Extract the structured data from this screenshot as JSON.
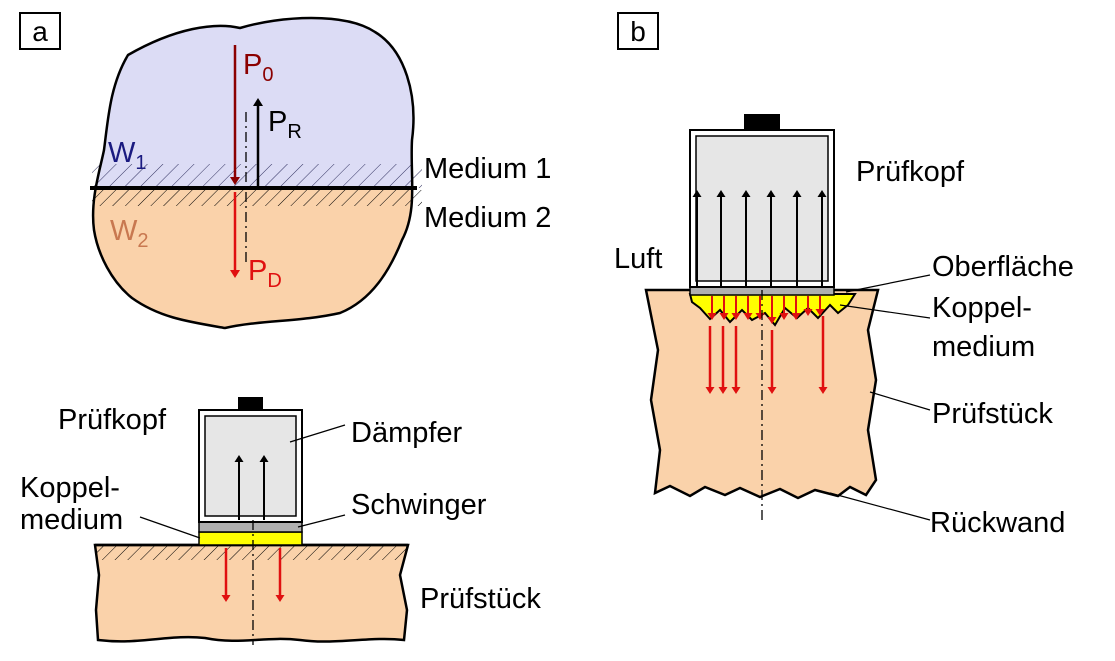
{
  "panel_a": {
    "label": "a",
    "P0": {
      "main": "P",
      "sub": "0"
    },
    "PR": {
      "main": "P",
      "sub": "R"
    },
    "PD": {
      "main": "P",
      "sub": "D"
    },
    "W1": {
      "main": "W",
      "sub": "1"
    },
    "W2": {
      "main": "W",
      "sub": "2"
    },
    "medium1": "Medium 1",
    "medium2": "Medium 2",
    "probe_label": "Prüfkopf",
    "damper_label": "Dämpfer",
    "couplant_label_line1": "Koppel-",
    "couplant_label_line2": "medium",
    "transducer_label": "Schwinger",
    "specimen_label": "Prüfstück"
  },
  "panel_b": {
    "label": "b",
    "probe_label": "Prüfkopf",
    "air_label": "Luft",
    "surface_label": "Oberfläche",
    "couplant_label_line1": "Koppel-",
    "couplant_label_line2": "medium",
    "specimen_label": "Prüfstück",
    "backwall_label": "Rückwand"
  },
  "colors": {
    "medium1_fill": "#dcdcf5",
    "medium2_fill": "#fad2aa",
    "couplant_fill": "#ffff00",
    "probe_fill": "#e6e6e6",
    "arrow_red": "#e01010",
    "arrow_darkred": "#8b0000",
    "w1_color": "#1a1a80",
    "w2_color": "#c87850"
  }
}
